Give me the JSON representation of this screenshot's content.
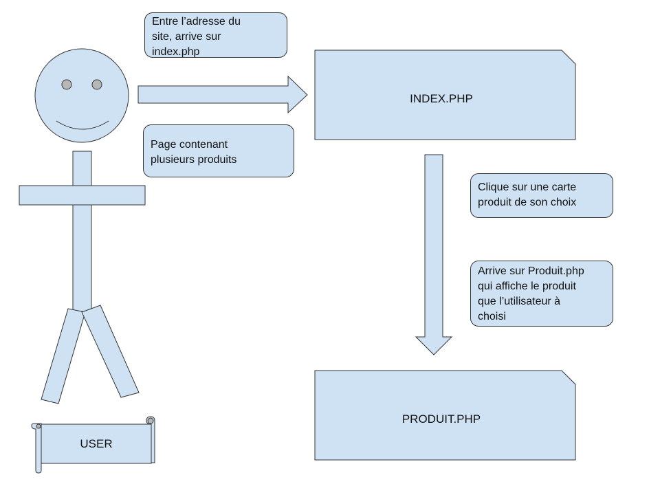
{
  "notes": {
    "enter_site": "Entre l’adresse du\nsite, arrive sur\nindex.php",
    "page_products": "Page contenant\nplusieurs produits",
    "click_card": "Clique sur une carte\nproduit de son choix",
    "arrive_produit": "Arrive sur Produit.php\nqui affiche le produit\nque l’utilisateur à\nchoisi"
  },
  "pages": {
    "index": "INDEX.PHP",
    "produit": "PRODUIT.PHP"
  },
  "actor": {
    "label": "USER"
  },
  "colors": {
    "fill": "#cfe2f3",
    "stroke": "#333333"
  }
}
